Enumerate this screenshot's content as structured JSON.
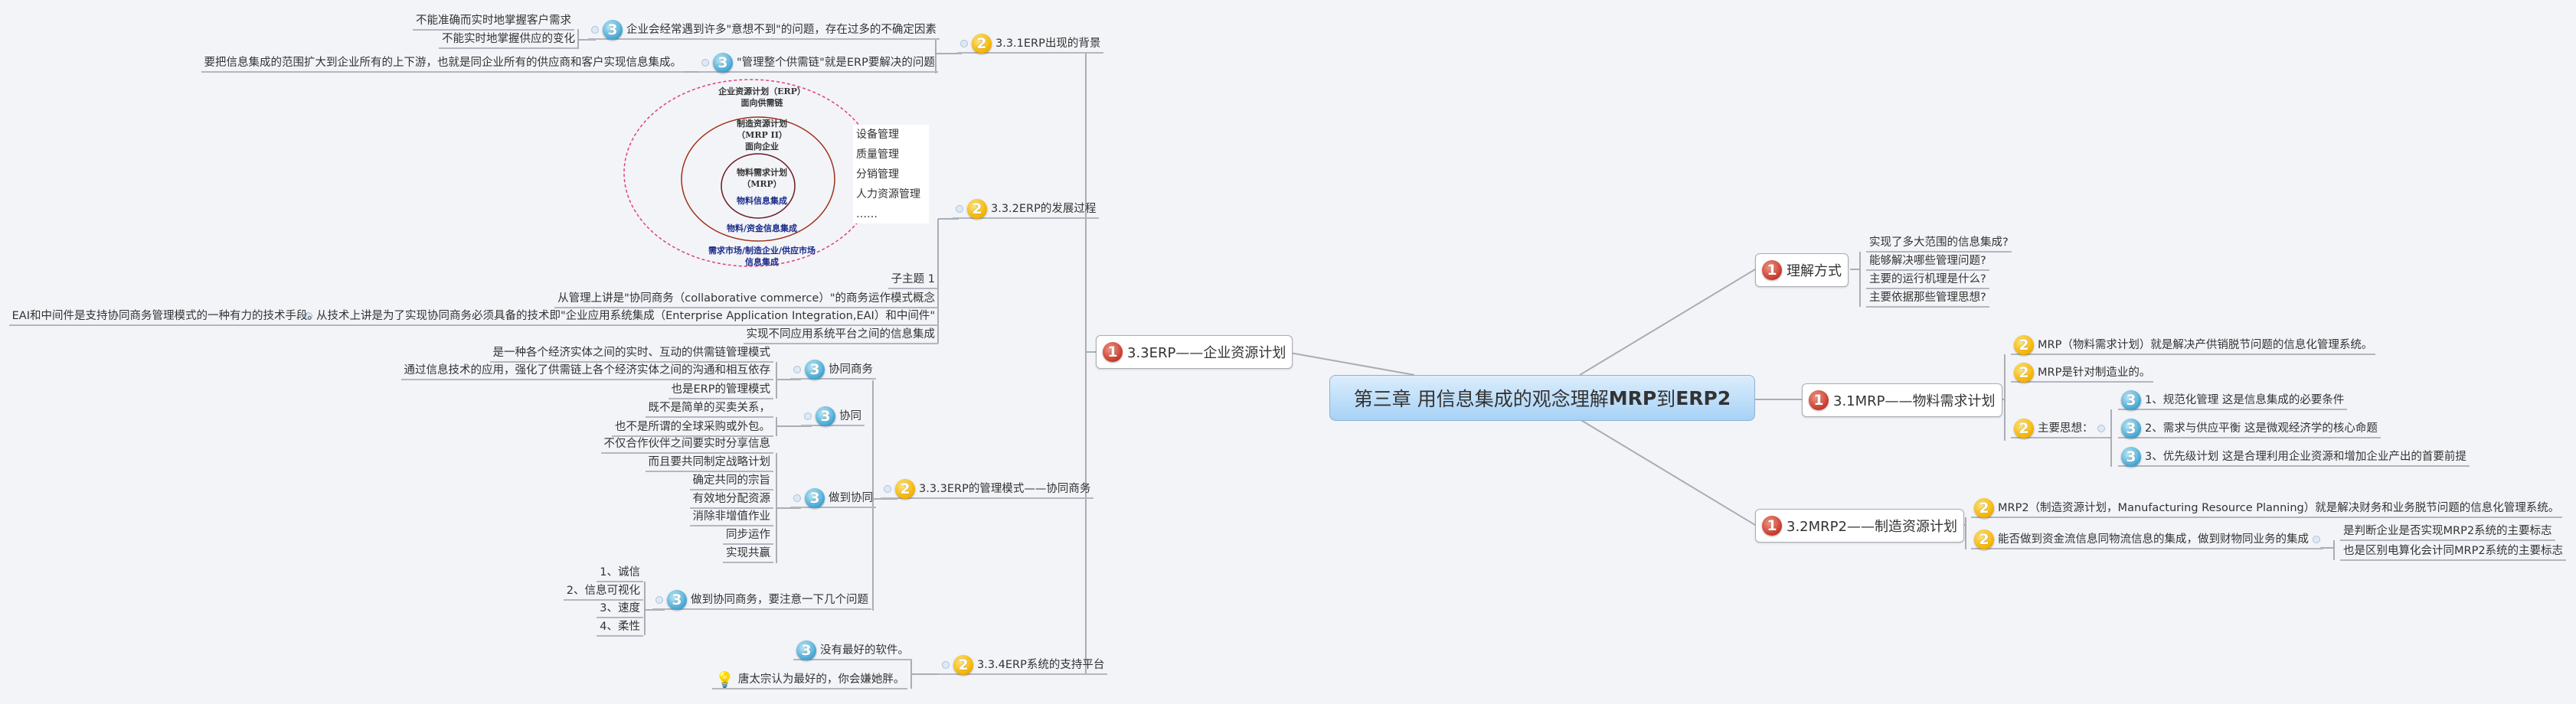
{
  "central": {
    "segments": [
      "第三章 用信息集成的观念理解",
      "MRP",
      "到",
      "ERP2"
    ]
  },
  "colors": {
    "background": "#f3f4f8",
    "central_fill": "#a6d2f6",
    "line": "#a9adb5",
    "diagram_ellipse": "#e0407a",
    "diagram_circle": "#a0301a"
  },
  "erp": {
    "badge": "1",
    "label": "3.3ERP——企业资源计划",
    "background": {
      "badge": "2",
      "label": "3.3.1ERP出现的背景",
      "uncertainty": {
        "badge": "3",
        "label": "企业会经常遇到许多\"意想不到\"的问题，存在过多的不确定因素",
        "items": [
          "不能准确而实时地掌握客户需求",
          "不能实时地掌握供应的变化"
        ]
      },
      "supply_chain": {
        "badge": "3",
        "label": "\"管理整个供需链\"就是ERP要解决的问题",
        "items": [
          "要把信息集成的范围扩大到企业所有的上下游，也就是同企业所有的供应商和客户实现信息集成。"
        ]
      }
    },
    "development": {
      "badge": "2",
      "label": "3.3.2ERP的发展过程",
      "diagram": {
        "erp": [
          "企业资源计划（ERP）",
          "面向供需链"
        ],
        "mrp2": [
          "制造资源计划",
          "（MRP II）",
          "面向企业"
        ],
        "mrp": [
          "物料需求计划",
          "（MRP）"
        ],
        "mrp_integration": "物料信息集成",
        "mrp2_integration": "物料/资金信息集成",
        "erp_integration": [
          "需求市场/制造企业/供应市场",
          "信息集成"
        ],
        "modules": [
          "设备管理",
          "质量管理",
          "分销管理",
          "人力资源管理",
          "……"
        ]
      },
      "items": [
        {
          "label": "子主题 1"
        },
        {
          "label": "从管理上讲是\"协同商务（collaborative commerce）\"的商务运作模式概念"
        },
        {
          "label": "从技术上讲是为了实现协同商务必须具备的技术即\"企业应用系统集成（Enterprise Application Integration,EAI）和中间件\"",
          "child": "EAI和中间件是支持协同商务管理模式的一种有力的技术手段。"
        },
        {
          "label": "实现不同应用系统平台之间的信息集成"
        }
      ]
    },
    "management": {
      "badge": "2",
      "label": "3.3.3ERP的管理模式——协同商务",
      "groups": [
        {
          "badge": "3",
          "label": "协同商务",
          "items": [
            "是一种各个经济实体之间的实时、互动的供需链管理模式",
            "通过信息技术的应用，强化了供需链上各个经济实体之间的沟通和相互依存",
            "也是ERP的管理模式"
          ]
        },
        {
          "badge": "3",
          "label": "协同",
          "items": [
            "既不是简单的买卖关系，",
            "也不是所谓的全球采购或外包。"
          ]
        },
        {
          "badge": "3",
          "label": "做到协同",
          "items": [
            "不仅合作伙伴之间要实时分享信息",
            "而且要共同制定战略计划",
            "确定共同的宗旨",
            "有效地分配资源",
            "消除非增值作业",
            "同步运作",
            "实现共赢"
          ]
        },
        {
          "badge": "3",
          "label": "做到协同商务，要注意一下几个问题",
          "items": [
            "1、诚信",
            "2、信息可视化",
            "3、速度",
            "4、柔性"
          ]
        }
      ]
    },
    "platform": {
      "badge": "2",
      "label": "3.3.4ERP系统的支持平台",
      "items": [
        {
          "badge": "3",
          "icon": "number-3-badge",
          "label": "没有最好的软件。"
        },
        {
          "icon": "lightbulb-icon",
          "label": "唐太宗认为最好的，你会嫌她胖。"
        }
      ]
    }
  },
  "understanding": {
    "badge": "1",
    "label": "理解方式",
    "items": [
      "实现了多大范围的信息集成?",
      "能够解决哪些管理问题?",
      "主要的运行机理是什么?",
      "主要依据那些管理思想?"
    ]
  },
  "mrp": {
    "badge": "1",
    "label": "3.1MRP——物料需求计划",
    "items": [
      {
        "badge": "2",
        "label": "MRP（物料需求计划）就是解决产供销脱节问题的信息化管理系统。"
      },
      {
        "badge": "2",
        "label": "MRP是针对制造业的。"
      },
      {
        "badge": "2",
        "label": "主要思想：",
        "children": [
          {
            "badge": "3",
            "label": "1、规范化管理 这是信息集成的必要条件"
          },
          {
            "badge": "3",
            "label": "2、需求与供应平衡 这是微观经济学的核心命题"
          },
          {
            "badge": "3",
            "label": "3、优先级计划 这是合理利用企业资源和增加企业产出的首要前提"
          }
        ]
      }
    ]
  },
  "mrp2": {
    "badge": "1",
    "label": "3.2MRP2——制造资源计划",
    "items": [
      {
        "badge": "2",
        "label": "MRP2（制造资源计划，Manufacturing Resource Planning）就是解决财务和业务脱节问题的信息化管理系统。"
      },
      {
        "badge": "2",
        "label": "能否做到资金流信息同物流信息的集成，做到财物同业务的集成",
        "children": [
          "是判断企业是否实现MRP2系统的主要标志",
          "也是区别电算化会计同MRP2系统的主要标志"
        ]
      }
    ]
  }
}
